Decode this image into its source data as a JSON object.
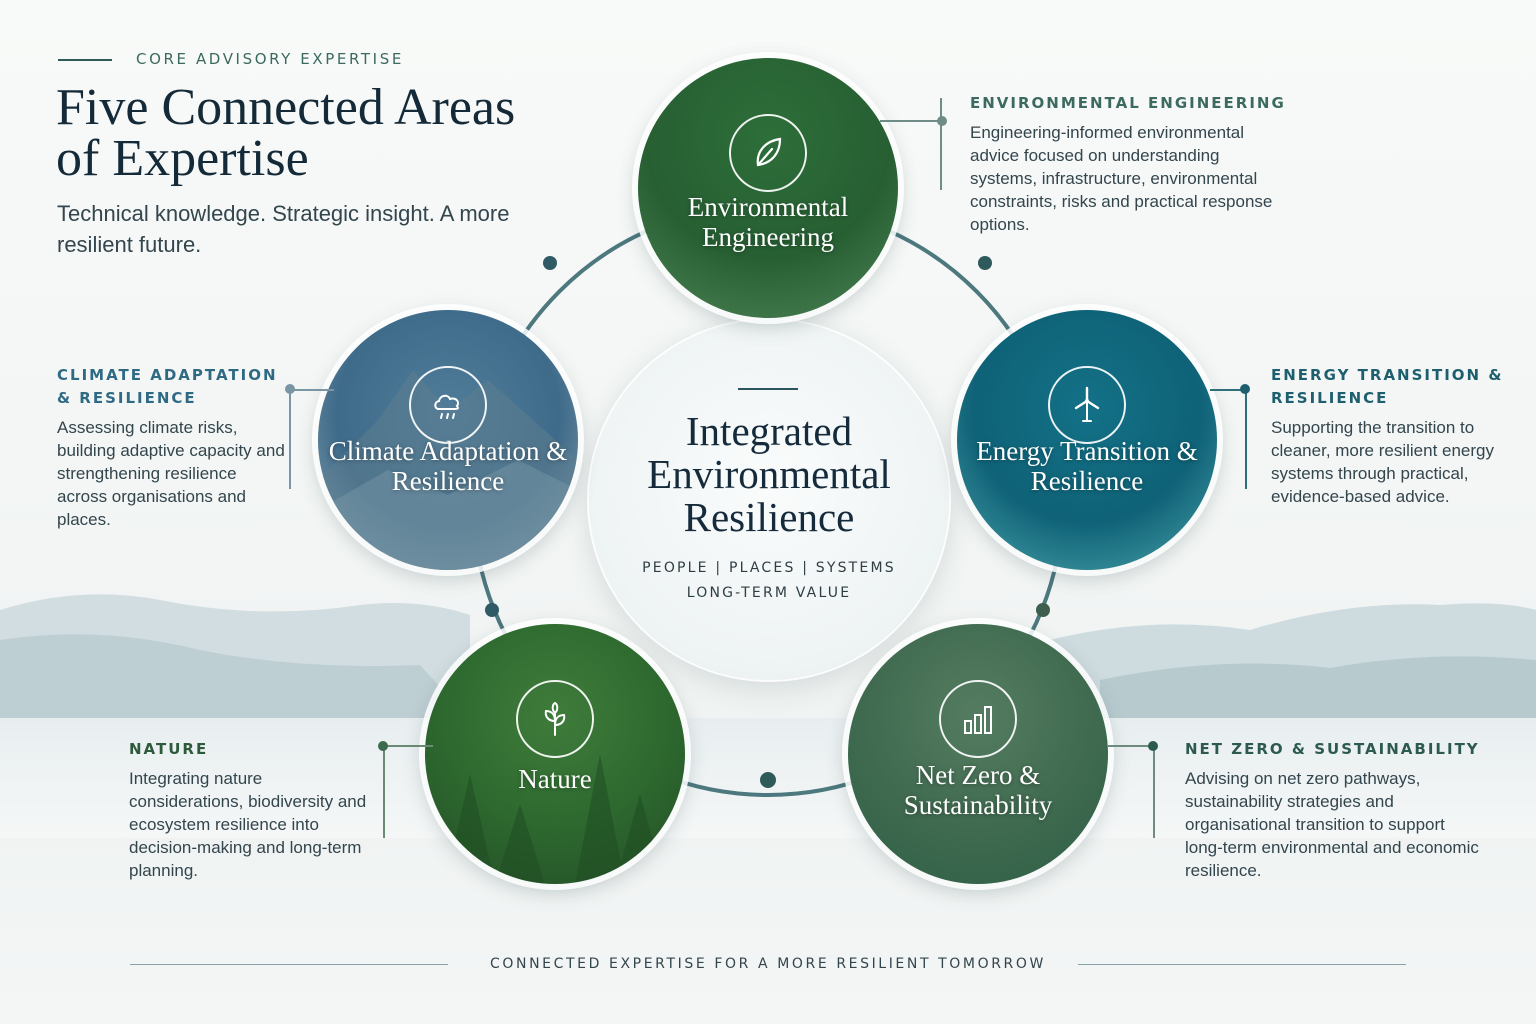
{
  "header": {
    "eyebrow": "CORE ADVISORY EXPERTISE",
    "title": "Five Connected Areas of Expertise",
    "subtitle": "Technical knowledge. Strategic insight. A more resilient future."
  },
  "center": {
    "title": "Integrated Environmental Resilience",
    "tag_line_1": "PEOPLE | PLACES | SYSTEMS",
    "tag_line_2": "LONG-TERM VALUE"
  },
  "areas": [
    {
      "label": "Environmental Engineering",
      "icon": "leaf-icon",
      "heading": "ENVIRONMENTAL ENGINEERING",
      "description": "Engineering-informed environmental advice focused on understanding systems, infrastructure, environmental constraints, risks and practical response options.",
      "color": "#2e6b3a",
      "accent": "#3c6a60"
    },
    {
      "label": "Climate Adaptation & Resilience",
      "icon": "rain-cloud-icon",
      "heading": "CLIMATE ADAPTATION & RESILIENCE",
      "description": "Assessing climate risks, building adaptive capacity and strengthening resilience across organisations and places.",
      "color": "#4a7694",
      "accent": "#2f6a85"
    },
    {
      "label": "Energy Transition & Resilience",
      "icon": "wind-turbine-icon",
      "heading": "ENERGY TRANSITION & RESILIENCE",
      "description": "Supporting the transition to cleaner, more resilient energy systems through practical, evidence-based advice.",
      "color": "#126a80",
      "accent": "#1e5f6f"
    },
    {
      "label": "Nature",
      "icon": "sprout-icon",
      "heading": "NATURE",
      "description": "Integrating nature considerations, biodiversity and ecosystem resilience into decision-making and long-term planning.",
      "color": "#2f6b30",
      "accent": "#2c5a3a"
    },
    {
      "label": "Net Zero & Sustainability",
      "icon": "bar-chart-icon",
      "heading": "NET ZERO & SUSTAINABILITY",
      "description": "Advising on net zero pathways, sustainability strategies and organisational transition to support long-term environmental and economic resilience.",
      "color": "#456f54",
      "accent": "#2d5a4e"
    }
  ],
  "footer": {
    "tagline": "CONNECTED EXPERTISE FOR A MORE RESILIENT TOMORROW"
  }
}
